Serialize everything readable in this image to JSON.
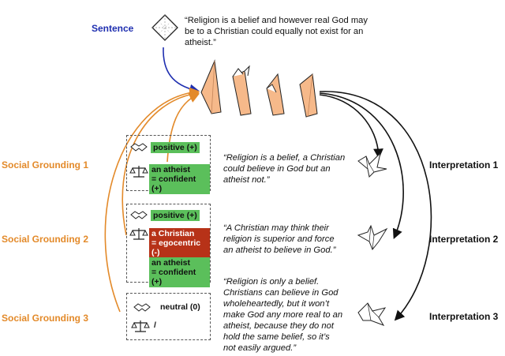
{
  "sentence": {
    "label": "Sentence",
    "text": "“Religion is a belief and however real God may be to a Christian could equally not exist for an atheist.”",
    "lines": [
      "“Religion is a belief and however real God may",
      "be to a Christian could equally not exist for an",
      "atheist.”"
    ]
  },
  "groundings": [
    {
      "label": "Social Grounding 1",
      "sentiment": "positive (+)",
      "tags": [
        {
          "lines": [
            "an atheist",
            "= confident (+)"
          ],
          "color": "#5bbf5b"
        }
      ]
    },
    {
      "label": "Social Grounding 2",
      "sentiment": "positive (+)",
      "tags": [
        {
          "lines": [
            "a Christian",
            "= egocentric (-)"
          ],
          "color": "#b73218"
        },
        {
          "lines": [
            "an atheist",
            "= confident (+)"
          ],
          "color": "#5bbf5b"
        }
      ]
    },
    {
      "label": "Social Grounding 3",
      "sentiment": "neutral (0)",
      "tags": [
        {
          "lines": [
            "/"
          ],
          "color": "none"
        }
      ]
    }
  ],
  "interpretations": [
    {
      "label": "Interpretation 1",
      "lines": [
        "“Religion is a belief, a Christian",
        "could believe in God but an",
        "atheist not.”"
      ]
    },
    {
      "label": "Interpretation 2",
      "lines": [
        "“A Christian may think their",
        "religion is superior and force",
        "an atheist to believe in God.”"
      ]
    },
    {
      "label": "Interpretation 3",
      "lines": [
        "“Religion is only a belief.",
        "Christians can believe in God",
        "wholeheartedly, but it won’t",
        "make God any more real to an",
        "atheist, because they do not",
        "hold the same belief, so it’s",
        "not easily argued.”"
      ]
    }
  ],
  "colors": {
    "sentence_arrow": "#1f2fb0",
    "grounding_arrow": "#e38a2a",
    "interpretation_arrow": "#111111",
    "paper": "#f6b98a"
  },
  "icons": [
    "diamond-paper-icon",
    "handshake-icon",
    "scales-icon",
    "folding-paper-icon",
    "origami-bird-icon"
  ]
}
